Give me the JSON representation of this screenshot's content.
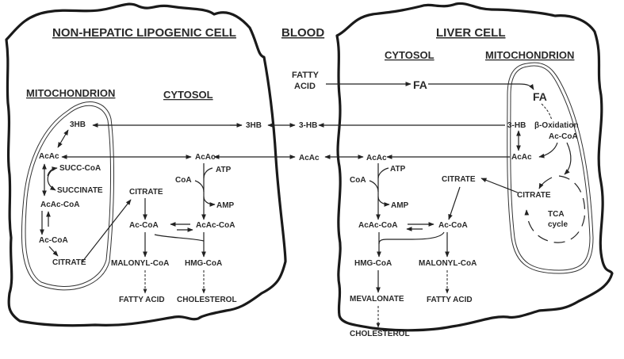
{
  "left_cell": {
    "title": "NON-HEPATIC LIPOGENIC CELL",
    "mito_label": "MITOCHONDRION",
    "cytosol_label": "CYTOSOL",
    "mito_nodes": {
      "hb": "3HB",
      "acac": "AcAc",
      "succ_coa": "SUCC-CoA",
      "succinate": "SUCCINATE",
      "acac_coa": "AcAc-CoA",
      "ac_coa": "Ac-CoA",
      "citrate": "CITRATE"
    },
    "cytosol_nodes": {
      "hb": "3HB",
      "acac": "AcAc",
      "atp": "ATP",
      "coa": "CoA",
      "amp": "AMP",
      "citrate": "CITRATE",
      "ac_coa": "Ac-CoA",
      "acac_coa": "AcAc-CoA",
      "malonyl_coa": "MALONYL-CoA",
      "hmg_coa": "HMG-CoA",
      "fatty_acid": "FATTY ACID",
      "cholesterol": "CHOLESTEROL"
    }
  },
  "blood": {
    "title": "BLOOD",
    "fatty_acid_line1": "FATTY",
    "fatty_acid_line2": "ACID",
    "hb": "3-HB",
    "acac": "AcAc"
  },
  "liver_cell": {
    "title": "LIVER CELL",
    "cytosol_label": "CYTOSOL",
    "mito_label": "MITOCHONDRION",
    "cytosol_nodes": {
      "fa": "FA",
      "acac": "AcAc",
      "atp": "ATP",
      "coa": "CoA",
      "amp": "AMP",
      "citrate": "CITRATE",
      "acac_coa": "AcAc-CoA",
      "ac_coa": "Ac-CoA",
      "hmg_coa": "HMG-CoA",
      "malonyl_coa": "MALONYL-CoA",
      "mevalonate": "MEVALONATE",
      "fatty_acid": "FATTY ACID",
      "cholesterol": "CHOLESTEROL"
    },
    "mito_nodes": {
      "fa": "FA",
      "hb": "3-HB",
      "beta_ox": "β-Oxidation",
      "ac_coa": "Ac-CoA",
      "acac": "AcAc",
      "citrate": "CITRATE",
      "tca1": "TCA",
      "tca2": "cycle"
    }
  }
}
